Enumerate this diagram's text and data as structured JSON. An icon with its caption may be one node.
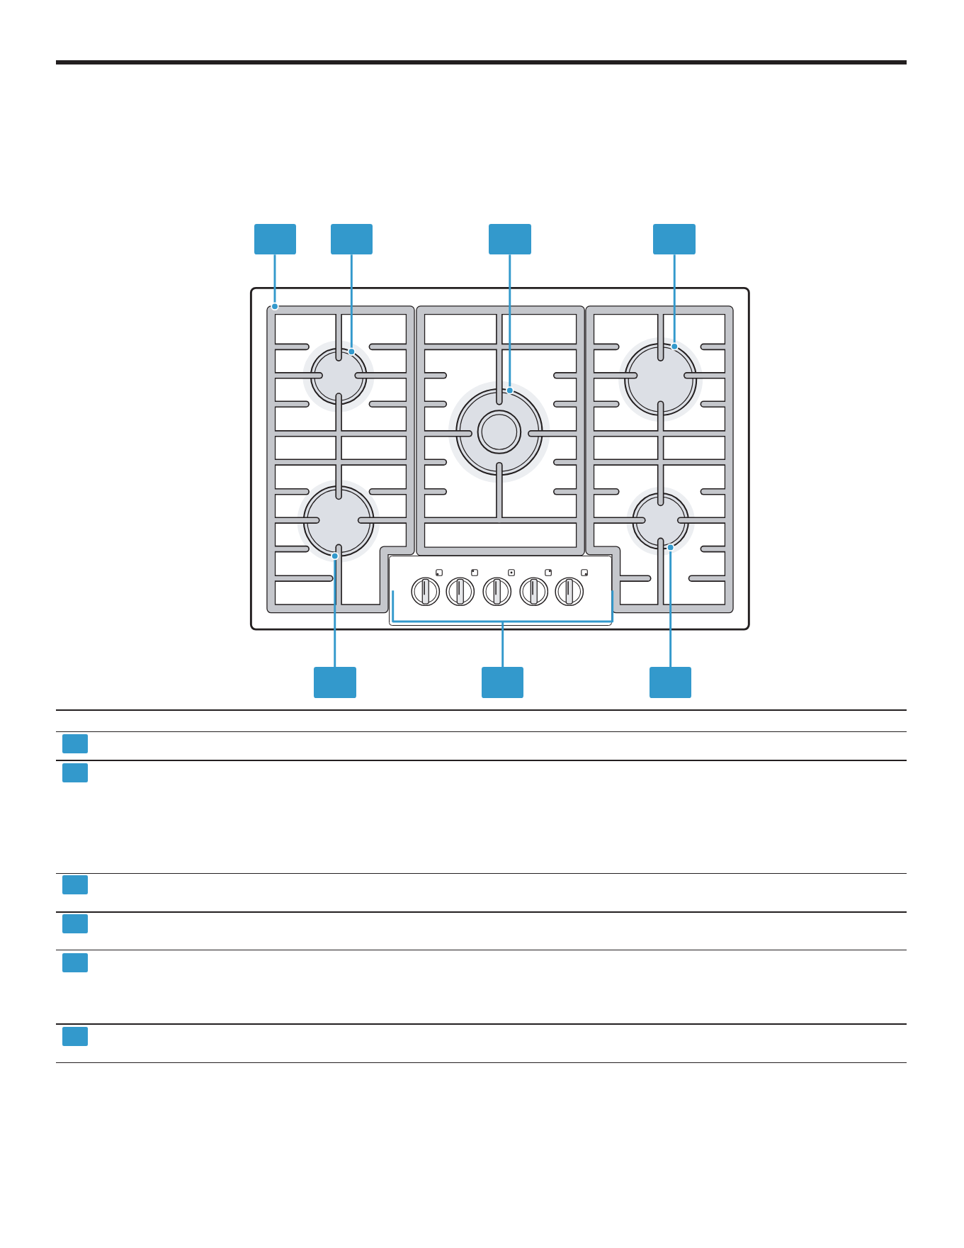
{
  "diagram": {
    "nodes": [
      {
        "text": [],
        "shape": "box"
      },
      {
        "text": [],
        "shape": "box"
      },
      {
        "text": [],
        "shape": "box"
      },
      {
        "text": [],
        "shape": "box"
      },
      {
        "text": [],
        "shape": "picture"
      },
      {
        "text": [],
        "shape": "circle",
        "in": 4
      },
      {
        "text": [],
        "shape": "picture"
      },
      {
        "text": [],
        "shape": "circle",
        "in": 6
      },
      {
        "text": [],
        "shape": "picture"
      },
      {
        "text": [],
        "shape": "circle",
        "in": 8
      },
      {
        "text": [],
        "shape": "circle",
        "in": 4
      },
      {
        "text": [],
        "shape": "circle",
        "in": 8
      },
      {
        "text": [],
        "shape": "box"
      },
      {
        "text": [],
        "shape": "box"
      },
      {
        "text": [],
        "shape": "box"
      },
      {
        "text": [],
        "shape": "box"
      },
      {
        "text": [],
        "shape": "box"
      },
      {
        "text": [],
        "shape": "box"
      },
      {
        "text": [],
        "shape": "box"
      },
      {
        "text": [],
        "shape": "box"
      },
      {
        "text": [],
        "shape": "box"
      },
      {
        "text": [],
        "shape": "box"
      }
    ],
    "edges": [
      {
        "from": 0,
        "to": 4,
        "arrow": "other"
      },
      {
        "from": 1,
        "to": 5,
        "arrow": "other"
      },
      {
        "from": 2,
        "to": 7,
        "arrow": "other"
      },
      {
        "from": 3,
        "to": 9,
        "arrow": "other"
      },
      {
        "from": 13,
        "to": 10,
        "arrow": "other"
      },
      {
        "from": 14,
        "to": 12,
        "arrow": "none"
      },
      {
        "from": 15,
        "to": 11,
        "arrow": "other"
      }
    ]
  }
}
